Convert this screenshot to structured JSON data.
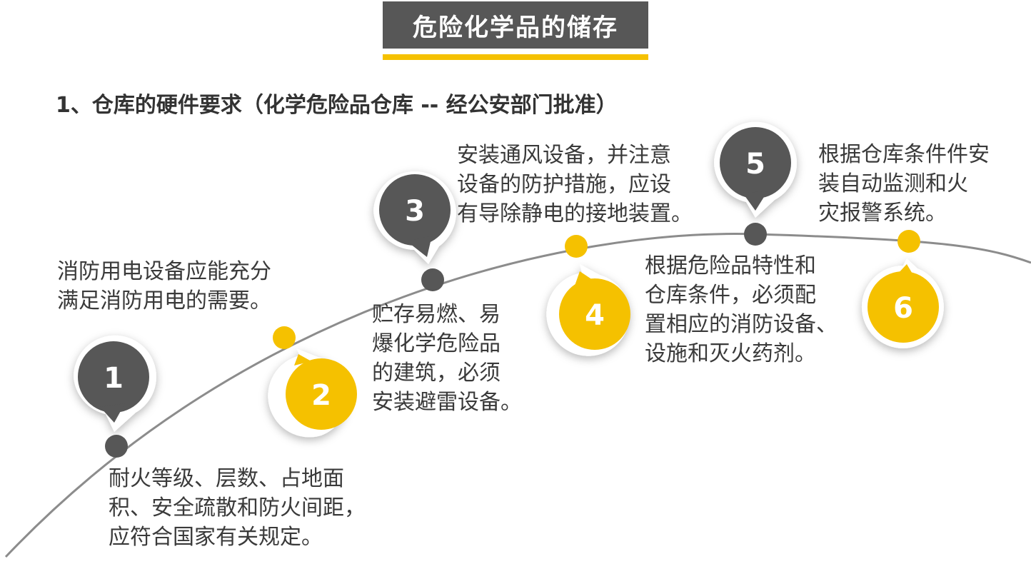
{
  "title": "危险化学品的储存",
  "subtitle": "1、仓库的硬件要求（化学危险品仓库 -- 经公安部门批准）",
  "colors": {
    "dark": "#575757",
    "yellow": "#F5C100",
    "curve": "#8c8c8c",
    "text": "#3a3a3a"
  },
  "steps": [
    {
      "number": "1",
      "style": "dark",
      "lines": [
        "耐火等级、层数、占地面",
        "积、安全疏散和防火间距，",
        "应符合国家有关规定。"
      ]
    },
    {
      "number": "2",
      "style": "yellow",
      "lines": [
        "消防用电设备应能充分",
        "满足消防用电的需要。"
      ]
    },
    {
      "number": "3",
      "style": "dark",
      "lines": [
        "贮存易燃、易",
        "爆化学危险品",
        "的建筑，必须",
        "安装避雷设备。"
      ]
    },
    {
      "number": "4",
      "style": "yellow",
      "lines": [
        "安装通风设备，并注意",
        "设备的防护措施，应设",
        "有导除静电的接地装置。"
      ]
    },
    {
      "number": "5",
      "style": "dark",
      "lines": [
        "根据危险品特性和",
        "仓库条件，必须配",
        "置相应的消防设备、",
        "设施和灭火药剂。"
      ]
    },
    {
      "number": "6",
      "style": "yellow",
      "lines": [
        "根据仓库条件件安",
        "装自动监测和火",
        "灾报警系统。"
      ]
    }
  ]
}
